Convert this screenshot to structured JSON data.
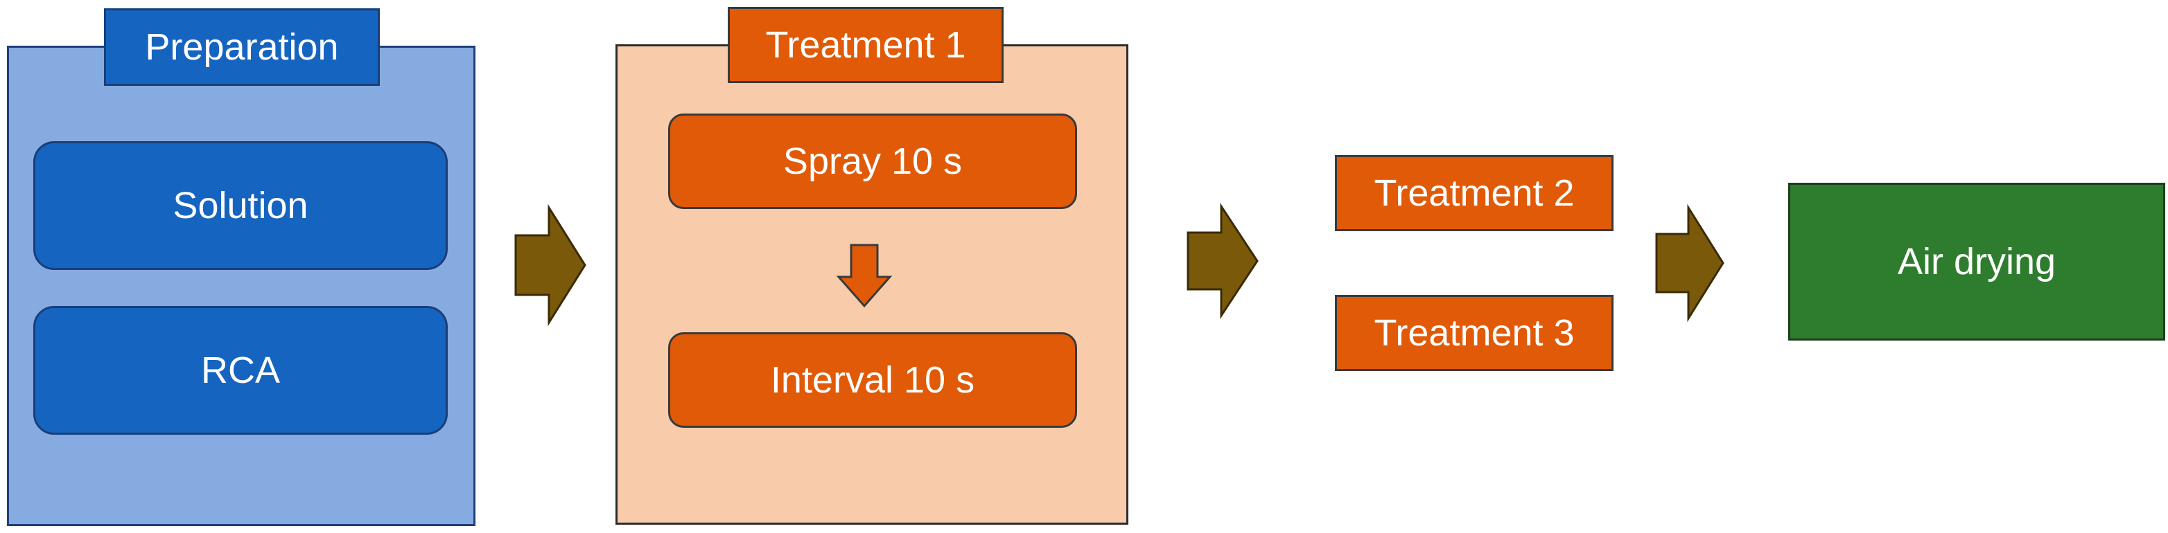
{
  "preparation": {
    "title": "Preparation",
    "items": [
      "Solution",
      "RCA"
    ]
  },
  "treatment_1": {
    "title": "Treatment 1",
    "steps": [
      "Spray 10 s",
      "Interval 10 s"
    ]
  },
  "treatment_2": "Treatment 2",
  "treatment_3": "Treatment 3",
  "final_step": "Air drying",
  "colors": {
    "preparation_panel": "#86abe0",
    "preparation_box": "#1565c0",
    "treatment_panel": "#f8ccaa",
    "treatment_box": "#e05a07",
    "flow_arrow": "#7a5a0a",
    "air_drying": "#2e7d2e"
  },
  "icons": {
    "flow_arrow": "right-arrow-icon",
    "step_arrow": "down-arrow-icon"
  }
}
